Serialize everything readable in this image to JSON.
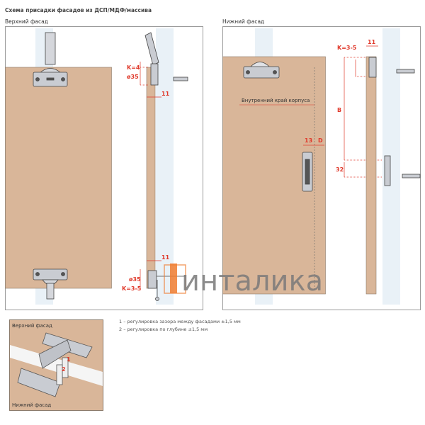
{
  "title": "Схема присадки фасадов из ДСП/МДФ/массива",
  "upper_panel": {
    "label": "Верхний фасад",
    "dims_top": {
      "k": "K=4",
      "diameter": "ø35",
      "width": "11"
    },
    "dims_bottom": {
      "width": "11",
      "diameter": "ø35",
      "k": "K=3-5"
    }
  },
  "lower_panel": {
    "label": "Нижний фасад",
    "inner_edge": "Внутренний край корпуса",
    "dims": {
      "k": "K=3-5",
      "width": "11",
      "b": "B",
      "offset": "13",
      "d": "D",
      "pitch": "32"
    }
  },
  "inset": {
    "top_label": "Верхний фасад",
    "bottom_label": "Нижний фасад",
    "marker_1": "1",
    "marker_2": "2"
  },
  "legend": [
    "1 – регулировка зазора между фасадами ±1,5 мм",
    "2 – регулировка по глубине ±1,5 мм"
  ],
  "logo": {
    "text": "интали­ка",
    "brand_color": "#f07c30",
    "text_color": "#7a7a7a"
  },
  "colors": {
    "board": "#d9b699",
    "dimension": "#e0392b",
    "frame": "#9a9a9a",
    "hinge": "#c9ccd2"
  }
}
